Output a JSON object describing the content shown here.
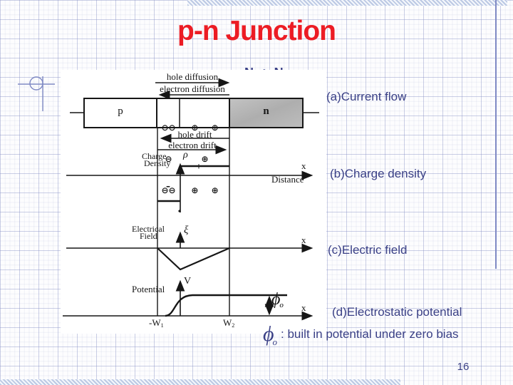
{
  "slide": {
    "title": "p-n Junction",
    "page_number": "16"
  },
  "condition": {
    "N1": "N",
    "sub1": "A",
    "op": " > ",
    "N2": "N",
    "sub2": "D"
  },
  "side_labels": {
    "a": "(a)Current flow",
    "b": "(b)Charge density",
    "c": "(c)Electric field",
    "d": "(d)Electrostatic potential"
  },
  "note": {
    "phi": "ϕ",
    "phi_sub": "o",
    "text": ": built in potential under zero bias"
  },
  "diagram": {
    "flow": {
      "hole_diffusion": "hole diffusion",
      "electron_diffusion": "electron diffusion",
      "hole_drift": "hole drift",
      "electron_drift": "electron drift"
    },
    "device": {
      "p": "p",
      "n": "n",
      "neg_rows": [
        "⊖⊖",
        "⊖",
        "⊖⊖"
      ],
      "pos_rows": [
        "⊕ ⊕",
        "⊕",
        "⊕ ⊕"
      ]
    },
    "charge": {
      "label_line1": "Charge",
      "label_line2": "Density",
      "axis_symbol": "ρ",
      "plus": "+",
      "minus": "-",
      "x": "x",
      "x_caption": "Distance"
    },
    "field": {
      "label_line1": "Electrical",
      "label_line2": "Field",
      "axis_symbol": "ξ",
      "x": "x"
    },
    "potential": {
      "label": "Potential",
      "axis_symbol": "V",
      "x": "x",
      "w1": "-W",
      "w1_sub": "1",
      "w2": "W",
      "w2_sub": "2",
      "phi": "ϕ",
      "phi_sub": "o"
    }
  }
}
